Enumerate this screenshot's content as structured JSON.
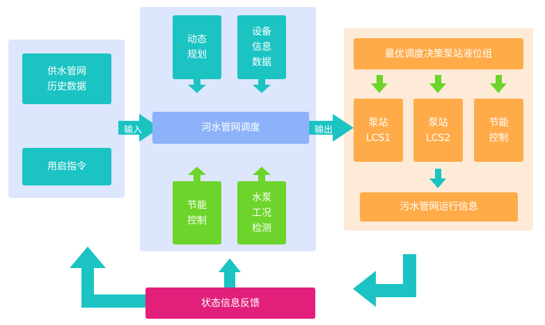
{
  "left": {
    "history": "供水管网\n历史数据",
    "command": "用启指令"
  },
  "center": {
    "top_left": "动态\n规划",
    "top_right": "设备\n信息\n数据",
    "main": "河水管网调度",
    "bottom_left": "节能\n控制",
    "bottom_right": "水泵\n工况\n检测"
  },
  "right": {
    "header": "最优调度决策泵站液位组",
    "pump1": "泵站\nLCS1",
    "pump2": "泵站\nLCS2",
    "energy": "节能\n控制",
    "footer": "污水管网运行信息"
  },
  "arrows": {
    "input": "输入",
    "output": "输出"
  },
  "feedback": "状态信息反馈",
  "colors": {
    "teal": "#1cc3c3",
    "green": "#6cd42a",
    "orange": "#ffab4a",
    "magenta": "#e2207c",
    "blue": "#8db2f9",
    "panel_blue": "#dce6fc",
    "panel_orange": "#fdebd8"
  }
}
